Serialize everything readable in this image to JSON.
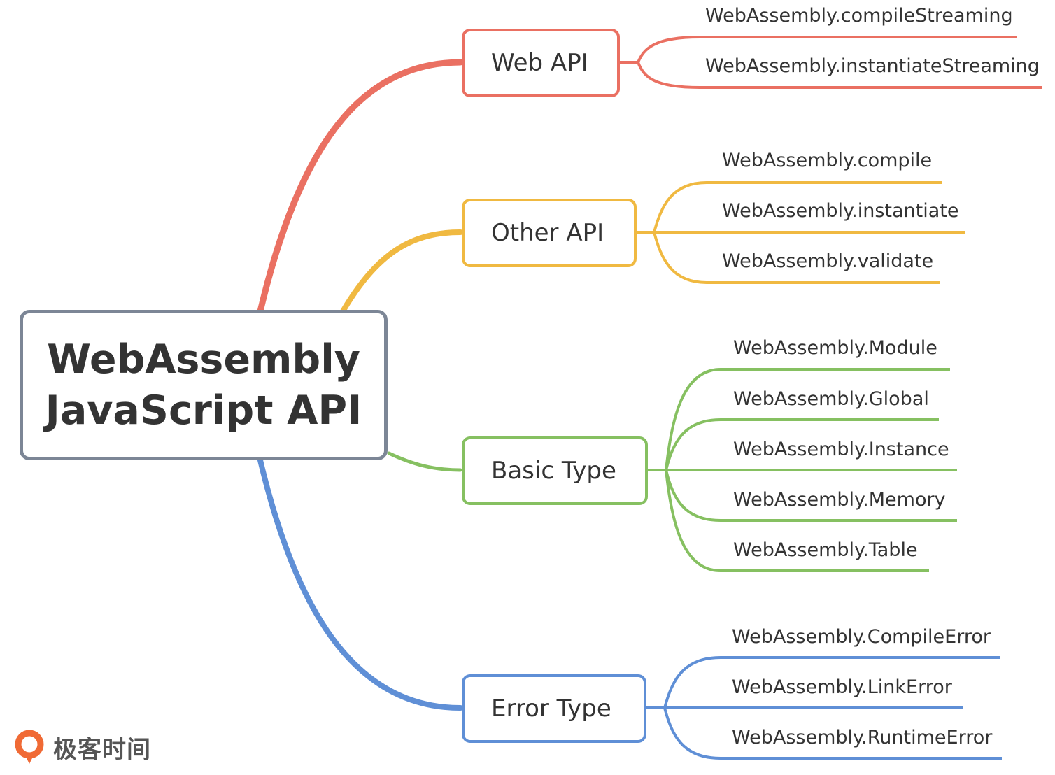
{
  "root": {
    "title_line1": "WebAssembly",
    "title_line2": "JavaScript API",
    "border_color": "#7c8696"
  },
  "categories": [
    {
      "label": "Web API",
      "color": "#ea7062",
      "items": [
        "WebAssembly.compileStreaming",
        "WebAssembly.instantiateStreaming"
      ]
    },
    {
      "label": "Other API",
      "color": "#f0b941",
      "items": [
        "WebAssembly.compile",
        "WebAssembly.instantiate",
        "WebAssembly.validate"
      ]
    },
    {
      "label": "Basic Type",
      "color": "#86c061",
      "items": [
        "WebAssembly.Module",
        "WebAssembly.Global",
        "WebAssembly.Instance",
        "WebAssembly.Memory",
        "WebAssembly.Table"
      ]
    },
    {
      "label": "Error Type",
      "color": "#5f8fd6",
      "items": [
        "WebAssembly.CompileError",
        "WebAssembly.LinkError",
        "WebAssembly.RuntimeError"
      ]
    }
  ],
  "logo": {
    "text": "极客时间",
    "icon": "geektime-logo-icon",
    "color": "#f06a35"
  }
}
